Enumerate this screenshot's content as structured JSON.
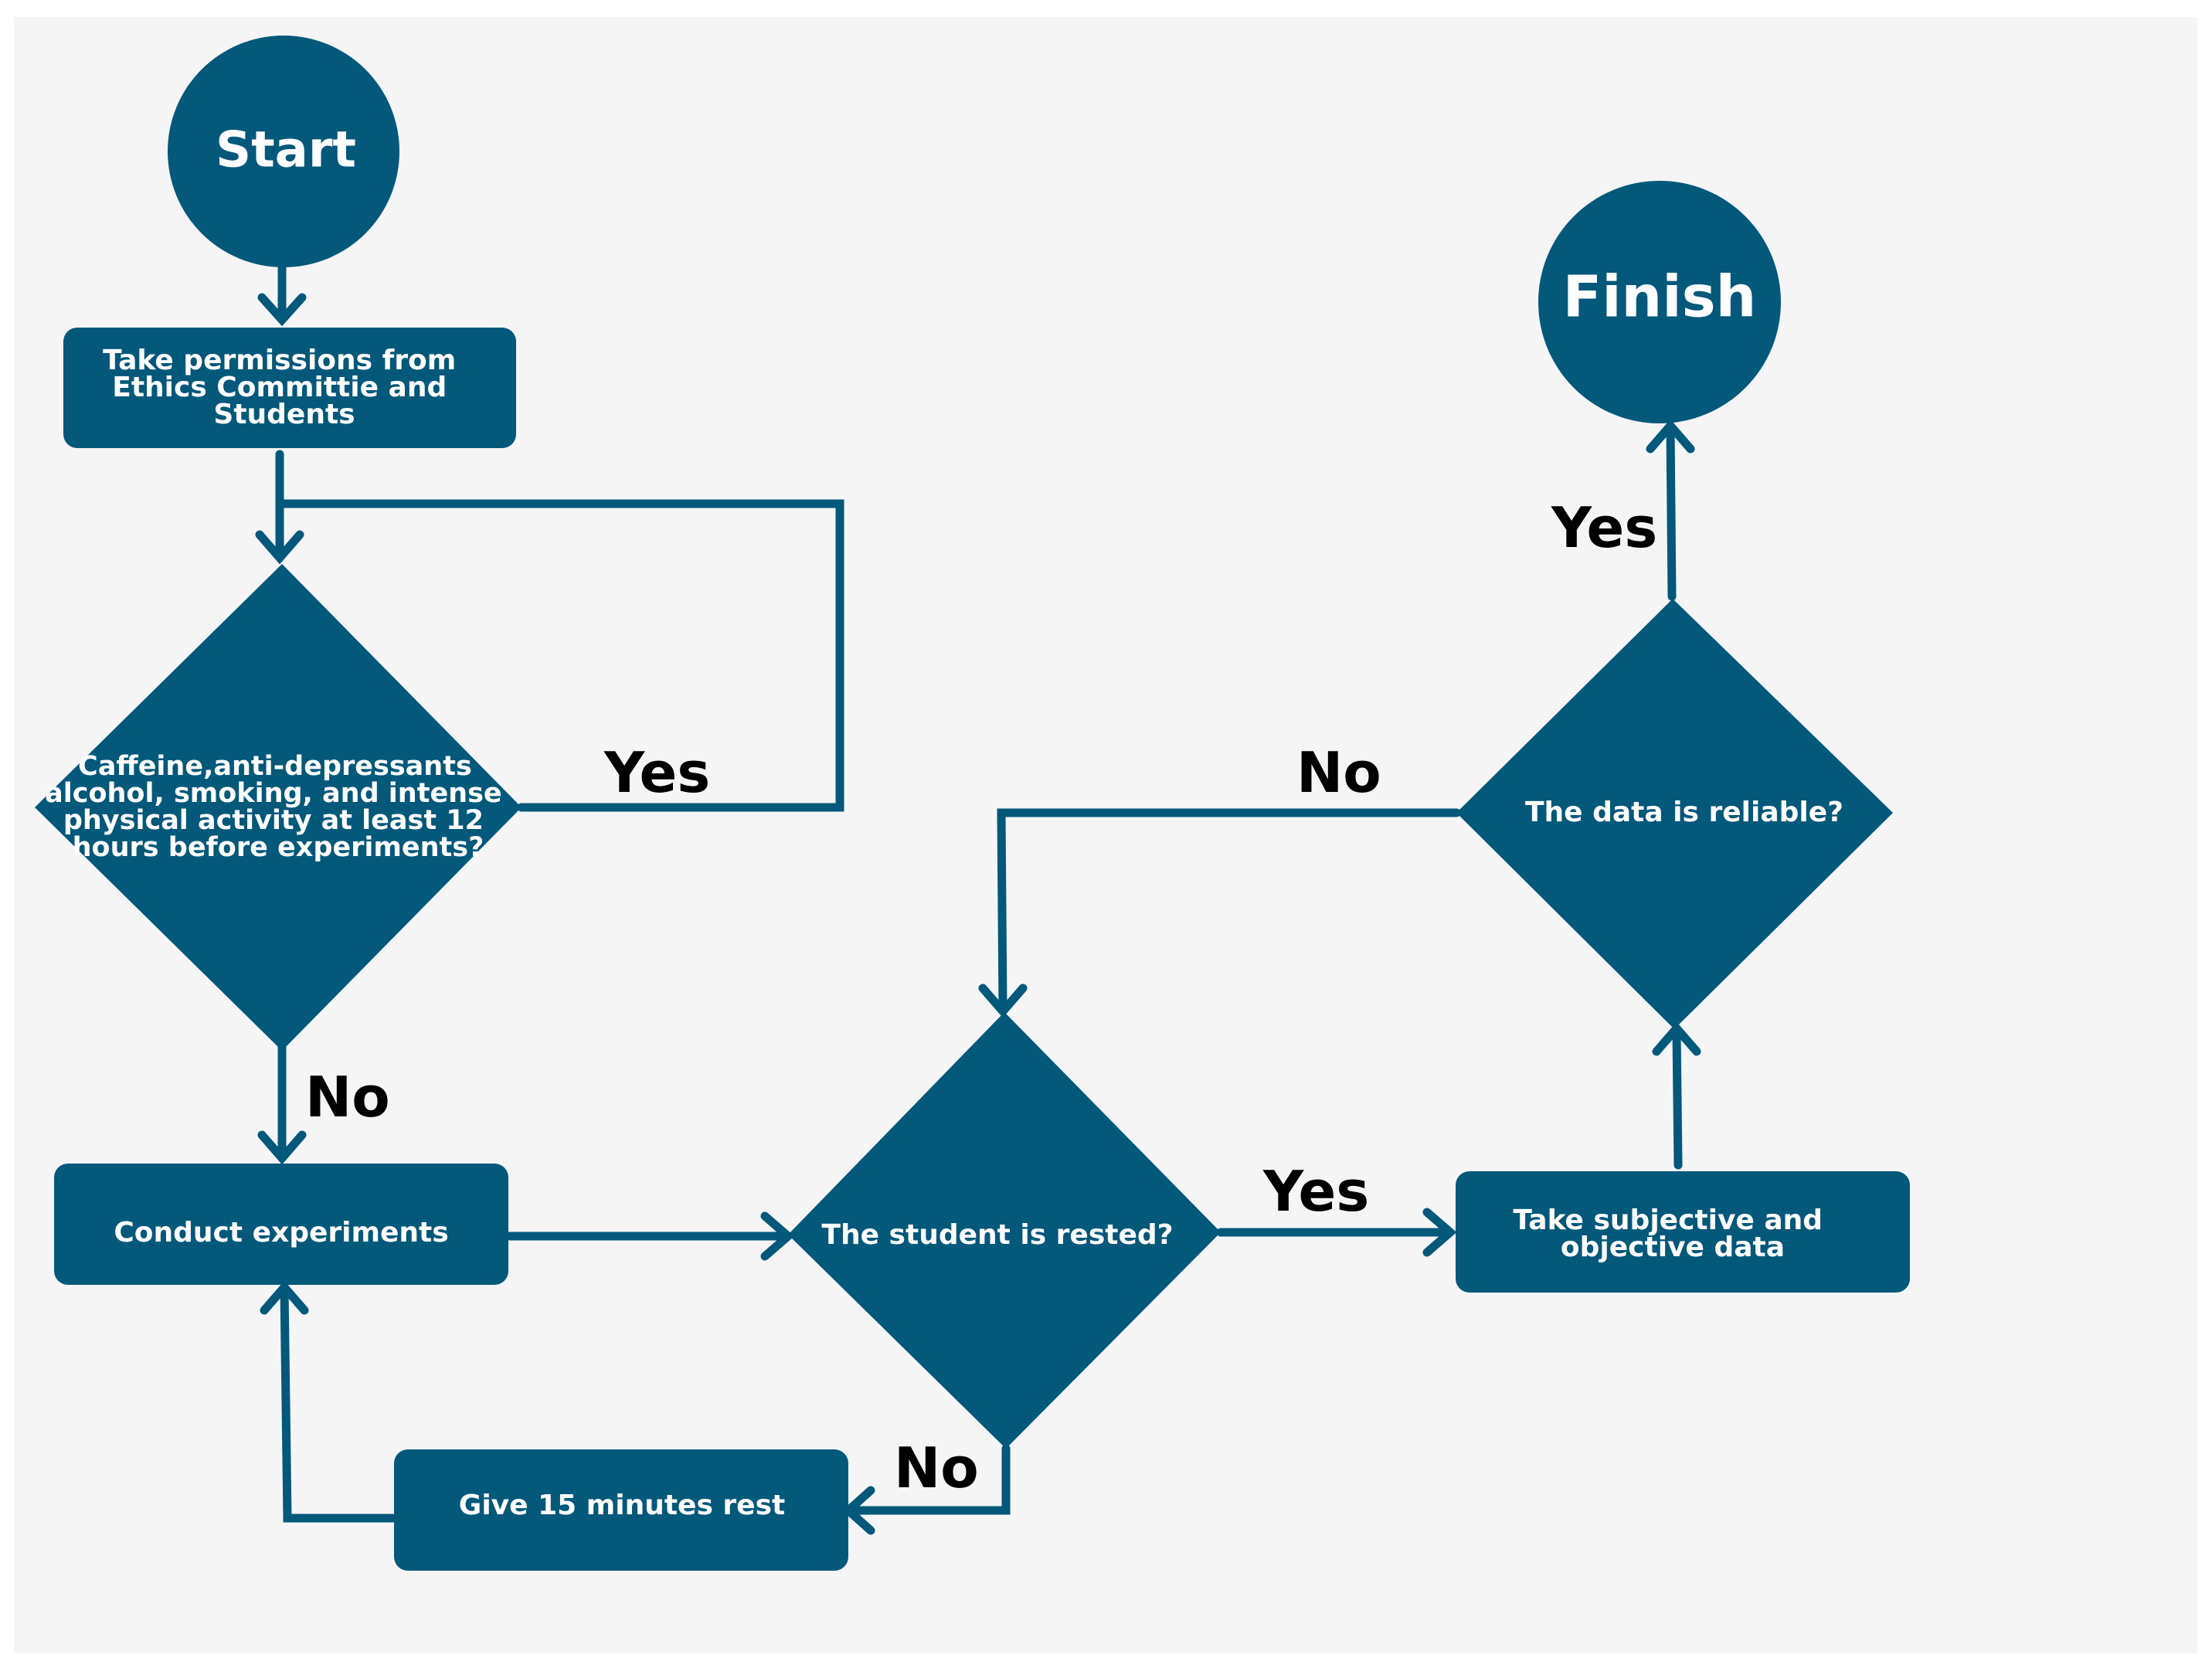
{
  "colors": {
    "page_background": "#ffffff",
    "panel_background": "#f5f5f5",
    "node_fill": "#04587a",
    "node_text": "#ffffff",
    "edge_stroke": "#04587a",
    "edge_label_text": "#000000"
  },
  "nodes": {
    "start": {
      "shape": "circle",
      "text": "Start"
    },
    "finish": {
      "shape": "circle",
      "text": "Finish"
    },
    "permissions": {
      "shape": "rounded-rectangle",
      "lines": [
        "Take permissions from",
        "Ethics Committie and",
        "Students"
      ]
    },
    "caffeine": {
      "shape": "diamond",
      "lines": [
        "Caffeine,anti-depressants",
        "alcohol, smoking, and intense",
        "physical activity at least 12",
        "hours before experiments?"
      ]
    },
    "conduct": {
      "shape": "rounded-rectangle",
      "text": "Conduct experiments"
    },
    "rested": {
      "shape": "diamond",
      "text": "The student is rested?"
    },
    "rest": {
      "shape": "rounded-rectangle",
      "text": "Give 15 minutes rest"
    },
    "data": {
      "shape": "rounded-rectangle",
      "lines": [
        "Take subjective and",
        "objective data"
      ]
    },
    "reliable": {
      "shape": "diamond",
      "text": "The data is reliable?"
    }
  },
  "edge_labels": {
    "caffeine_yes": "Yes",
    "caffeine_no": "No",
    "rested_yes": "Yes",
    "rested_no": "No",
    "reliable_no": "No",
    "reliable_yes": "Yes"
  }
}
